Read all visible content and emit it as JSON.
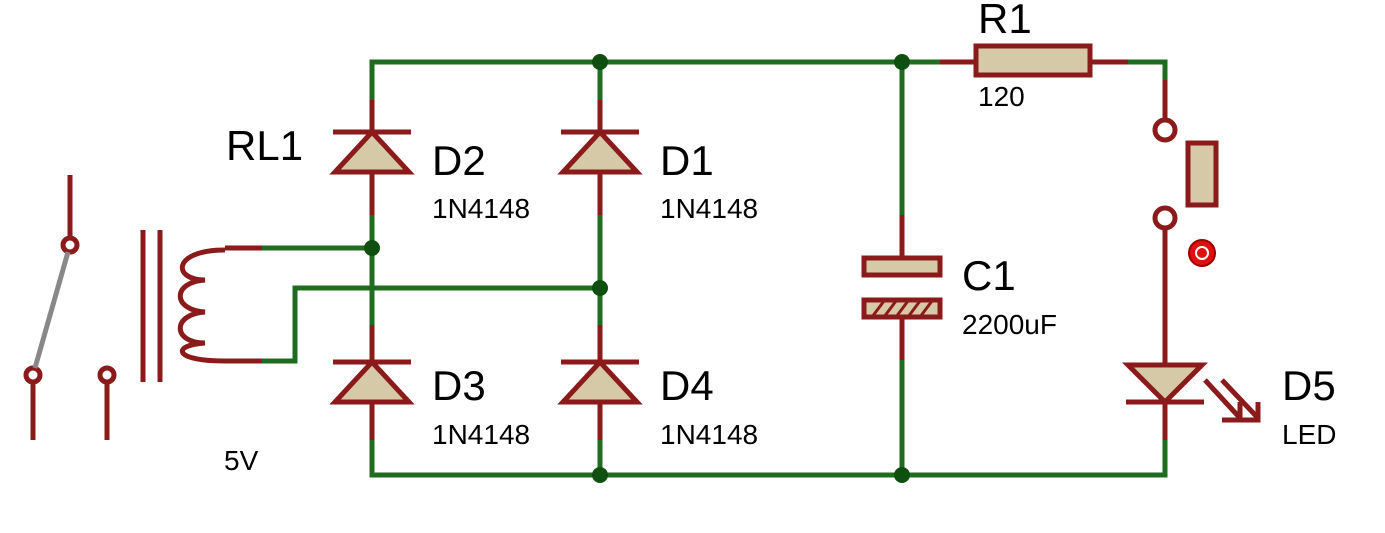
{
  "colors": {
    "wire": "#1f6b1f",
    "component": "#8b1a1a",
    "component_fill": "#d6c9a8",
    "node": "#0f4f0f",
    "probe": "#e01010",
    "switch_blade": "#888888"
  },
  "components": {
    "relay": {
      "ref": "RL1",
      "value": "5V"
    },
    "d1": {
      "ref": "D1",
      "value": "1N4148"
    },
    "d2": {
      "ref": "D2",
      "value": "1N4148"
    },
    "d3": {
      "ref": "D3",
      "value": "1N4148"
    },
    "d4": {
      "ref": "D4",
      "value": "1N4148"
    },
    "d5": {
      "ref": "D5",
      "value": "LED"
    },
    "c1": {
      "ref": "C1",
      "value": "2200uF"
    },
    "r1": {
      "ref": "R1",
      "value": "120"
    }
  },
  "icons": {
    "push_button": "push-button-icon",
    "probe": "voltage-probe-icon",
    "led": "led-icon",
    "relay_switch": "relay-switch-icon"
  }
}
